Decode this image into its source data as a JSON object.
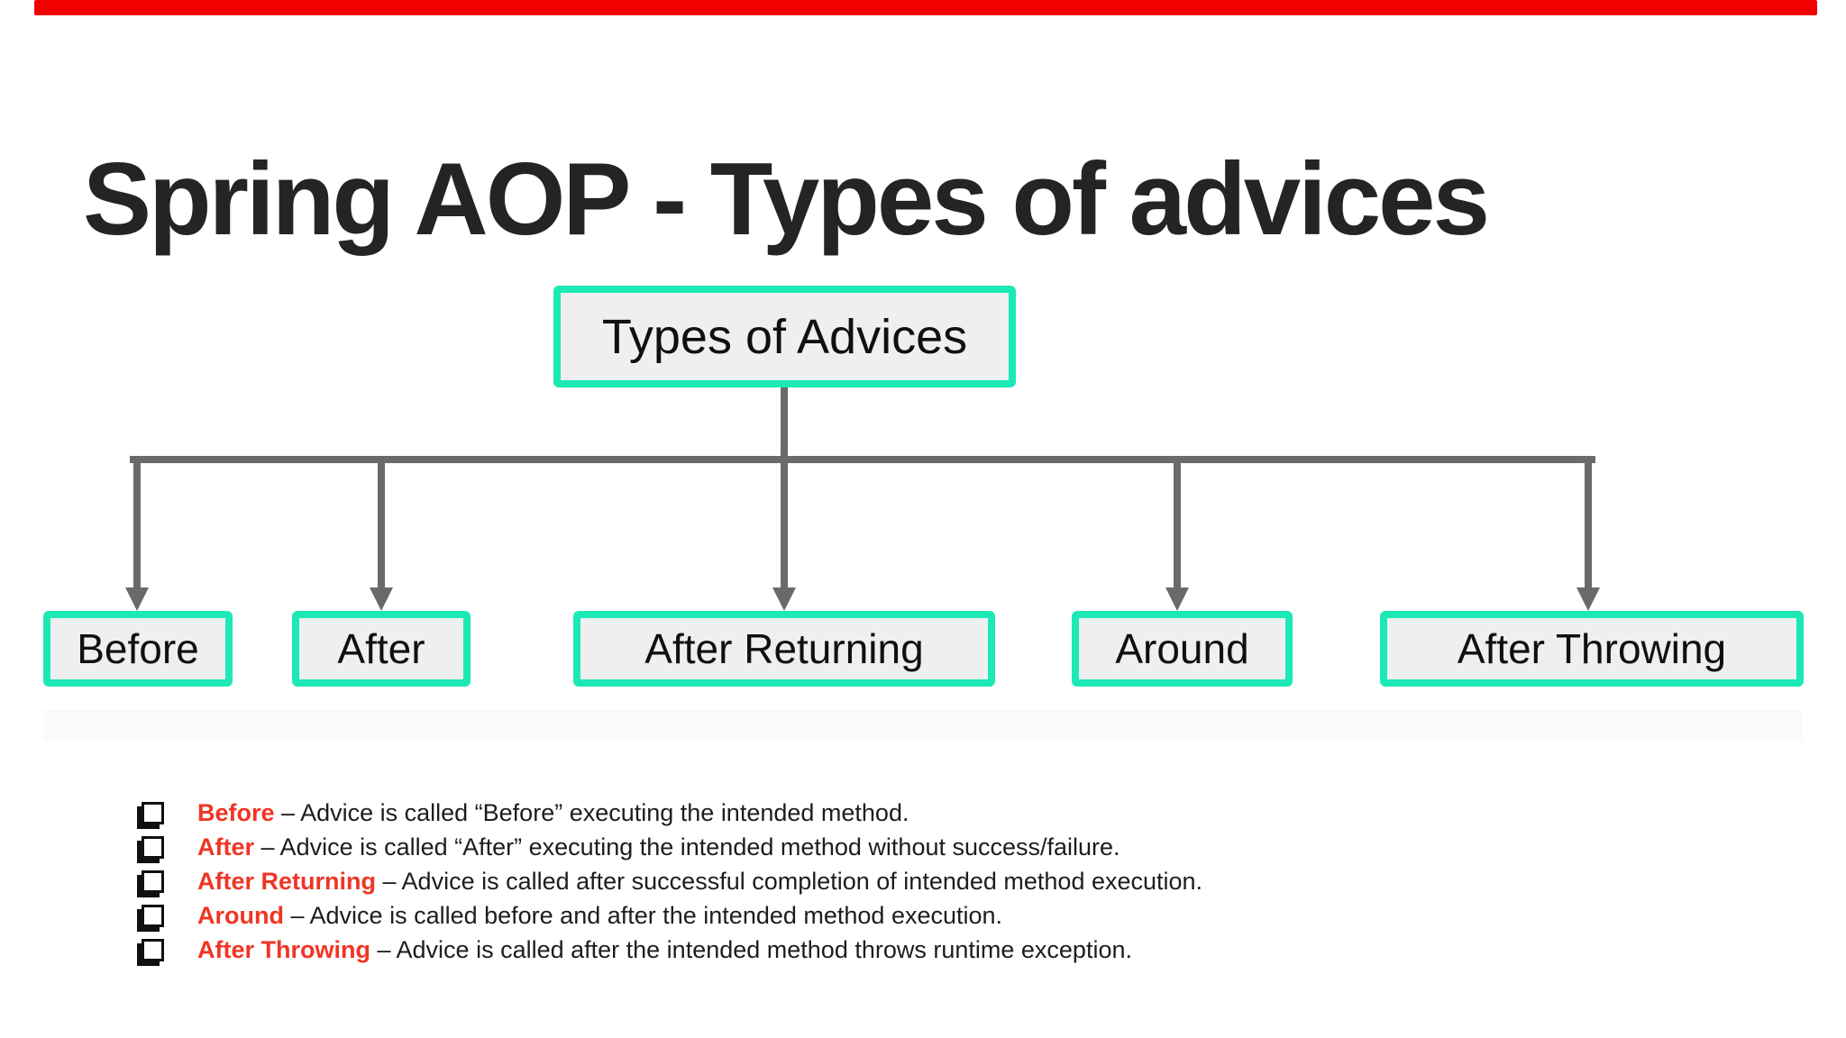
{
  "slide": {
    "title": "Spring AOP - Types of advices"
  },
  "colors": {
    "top_bar": "#f20000",
    "node_border": "#1de9b6",
    "node_fill": "#efefef",
    "connector": "#6a6a6a",
    "term_red": "#f03524",
    "title_text": "#242424",
    "body_text": "#1d1d1d"
  },
  "diagram": {
    "root": {
      "label": "Types of Advices"
    },
    "children": [
      {
        "label": "Before"
      },
      {
        "label": "After"
      },
      {
        "label": "After Returning"
      },
      {
        "label": "Around"
      },
      {
        "label": "After Throwing"
      }
    ]
  },
  "list": {
    "items": [
      {
        "term": "Before",
        "desc": "– Advice is called “Before” executing the intended method."
      },
      {
        "term": "After",
        "desc": "– Advice is called “After” executing the intended method without success/failure."
      },
      {
        "term": "After Returning",
        "desc": "– Advice is called after successful completion of intended method execution."
      },
      {
        "term": "Around",
        "desc": "– Advice is called before and after the intended method execution."
      },
      {
        "term": "After Throwing",
        "desc": "– Advice is called after the intended method throws runtime exception."
      }
    ]
  }
}
